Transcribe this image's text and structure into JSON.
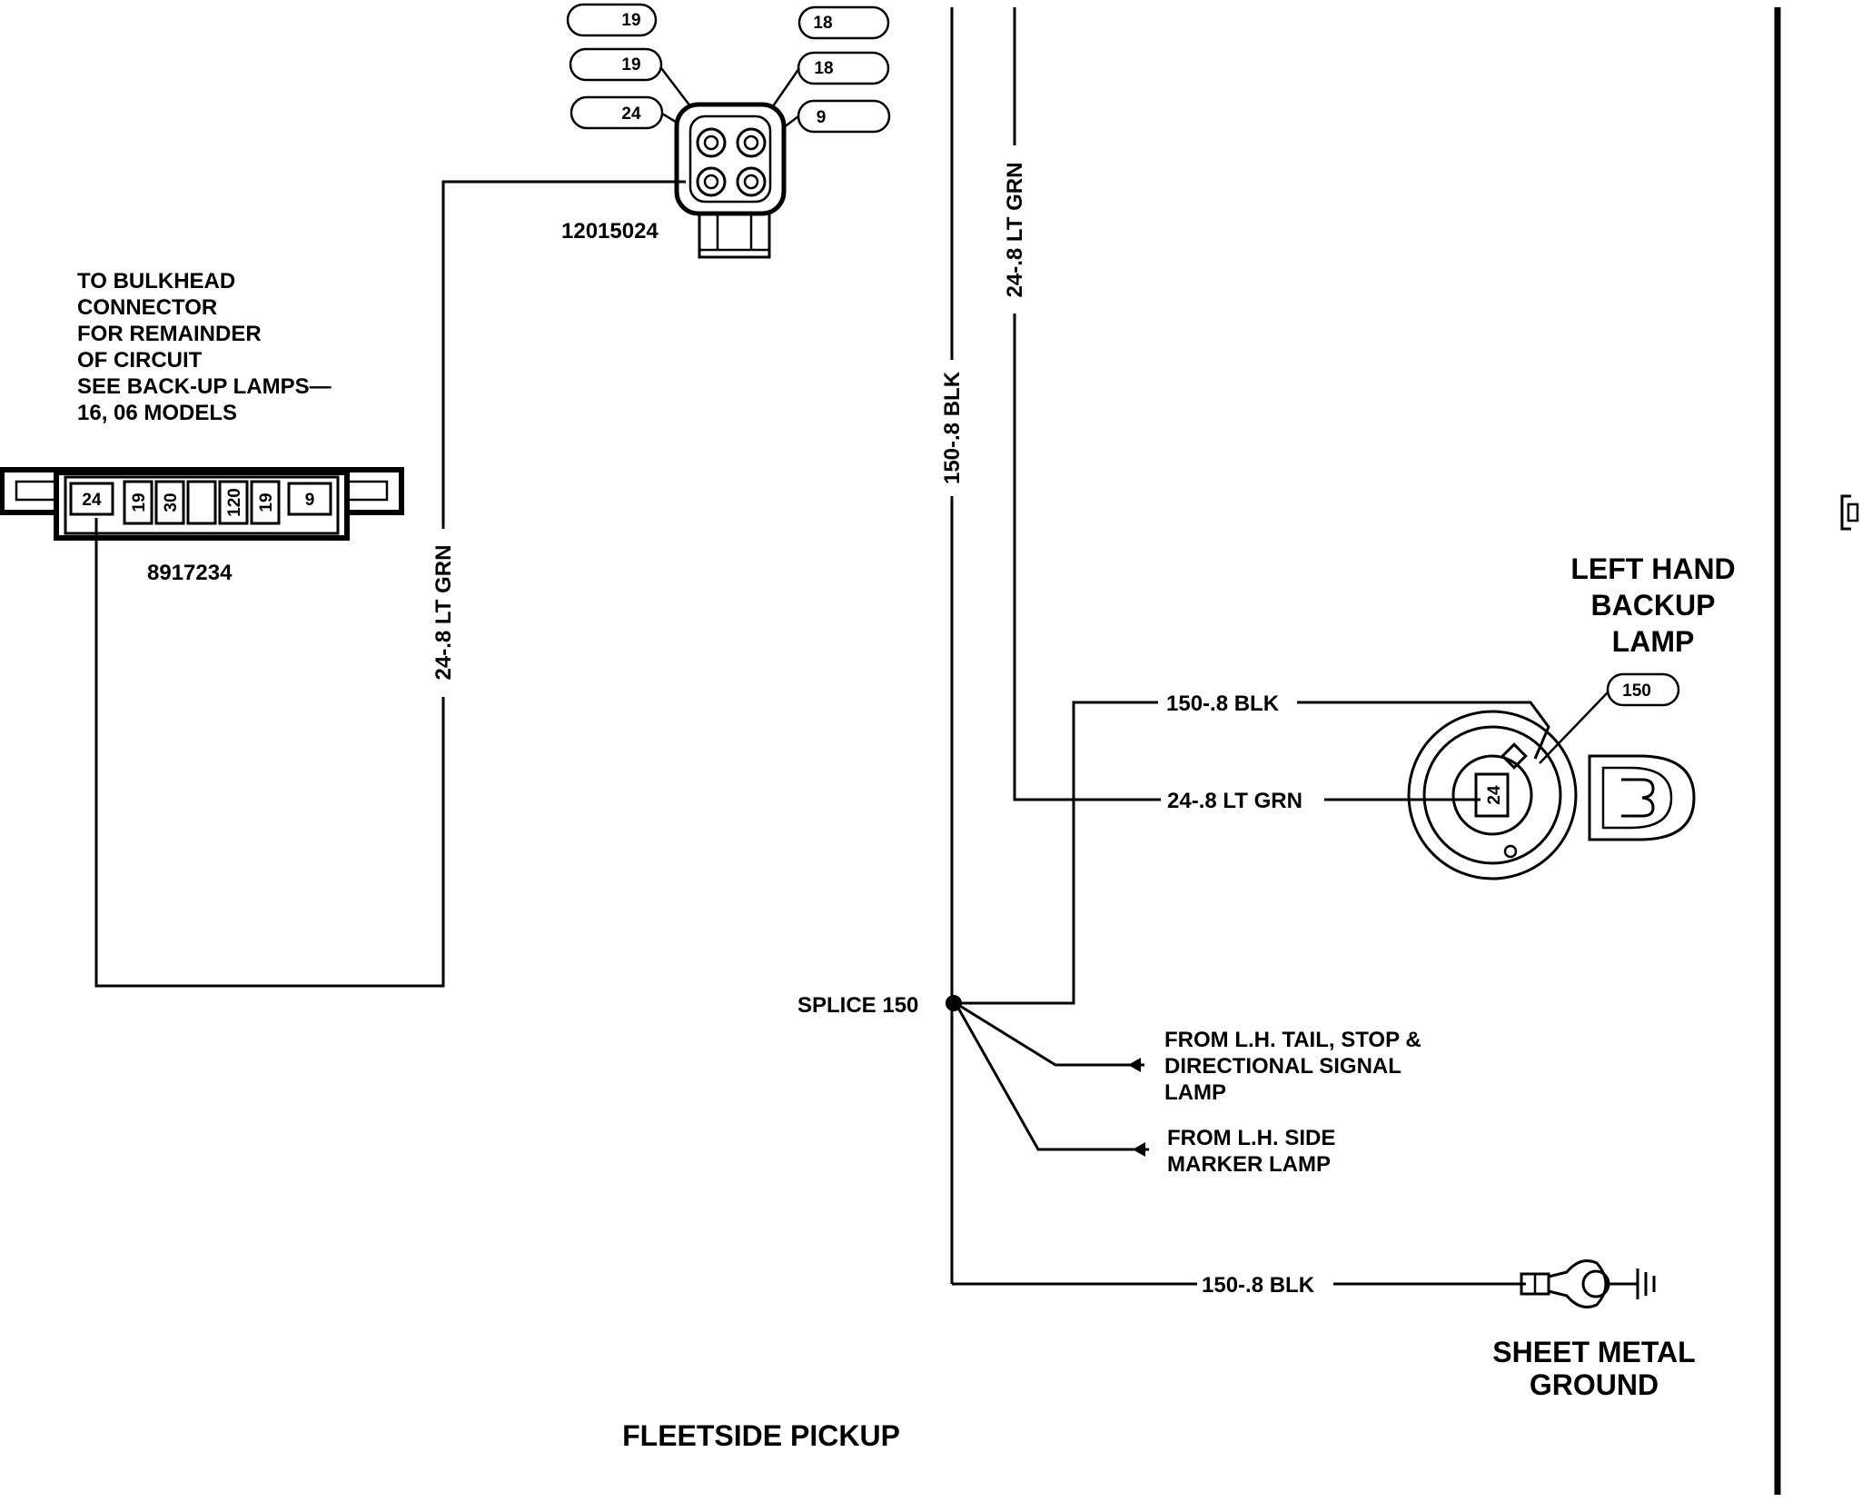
{
  "diagram": {
    "title": "FLEETSIDE PICKUP",
    "connector_12015024": {
      "part_number": "12015024",
      "pin_tags": [
        "19",
        "18",
        "19",
        "18",
        "24",
        "9"
      ]
    },
    "connector_8917234": {
      "part_number": "8917234",
      "pins": [
        "24",
        "19",
        "30",
        "120",
        "19",
        "9"
      ],
      "note_lines": [
        "TO BULKHEAD",
        "CONNECTOR",
        "FOR REMAINDER",
        "OF CIRCUIT",
        "SEE BACK-UP LAMPS—",
        "16, 06 MODELS"
      ]
    },
    "wire_labels": {
      "left_vertical": "24-.8 LT GRN",
      "center_vertical_blk": "150-.8 BLK",
      "center_vertical_grn": "24-.8 LT GRN",
      "lamp_blk": "150-.8 BLK",
      "lamp_grn": "24-.8 LT GRN",
      "ground_blk": "150-.8 BLK"
    },
    "splice": "SPLICE 150",
    "feeds": {
      "tail_lamp": [
        "FROM L.H. TAIL, STOP &",
        "DIRECTIONAL SIGNAL",
        "LAMP"
      ],
      "side_marker": [
        "FROM L.H. SIDE",
        "MARKER LAMP"
      ]
    },
    "lamp": {
      "title_lines": [
        "LEFT HAND",
        "BACKUP",
        "LAMP"
      ],
      "ground_terminal": "150",
      "socket_terminal": "24"
    },
    "ground": {
      "title_lines": [
        "SHEET METAL",
        "GROUND"
      ]
    }
  }
}
